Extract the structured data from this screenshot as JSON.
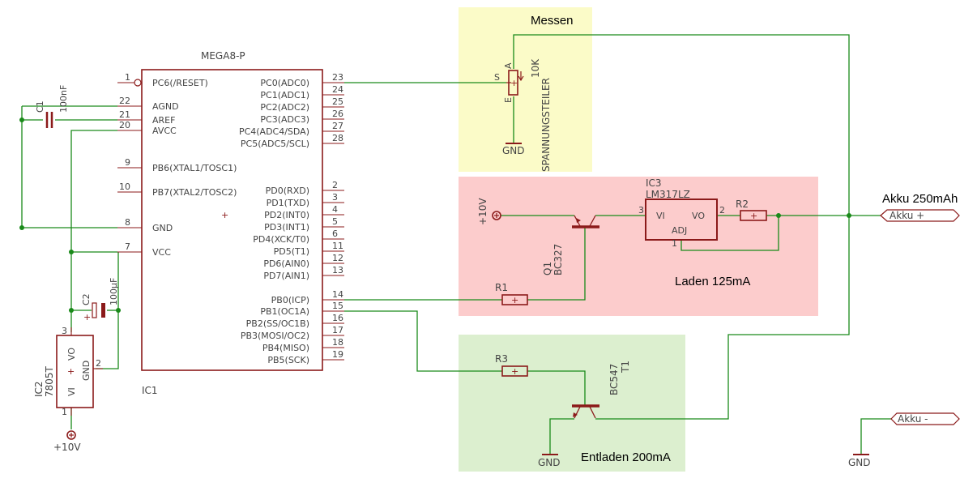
{
  "colors": {
    "wire": "#1a8a1a",
    "part": "#8b1a1a",
    "zone_measure": "#fbfbc8",
    "zone_charge": "#fccccc",
    "zone_discharge": "#dcefcf"
  },
  "zones": {
    "measure": "Messen",
    "charge": "Laden 125mA",
    "discharge": "Entladen 200mA"
  },
  "heading": "Akku 250mAh",
  "mcu": {
    "type": "MEGA8-P",
    "name": "IC1",
    "left_pins": [
      {
        "num": "1",
        "label": "PC6(/RESET)"
      },
      {
        "num": "22",
        "label": "AGND"
      },
      {
        "num": "21",
        "label": "AREF"
      },
      {
        "num": "20",
        "label": "AVCC"
      },
      {
        "num": "9",
        "label": "PB6(XTAL1/TOSC1)"
      },
      {
        "num": "10",
        "label": "PB7(XTAL2/TOSC2)"
      },
      {
        "num": "8",
        "label": "GND"
      },
      {
        "num": "7",
        "label": "VCC"
      }
    ],
    "right_pins": [
      {
        "num": "23",
        "label": "PC0(ADC0)"
      },
      {
        "num": "24",
        "label": "PC1(ADC1)"
      },
      {
        "num": "25",
        "label": "PC2(ADC2)"
      },
      {
        "num": "26",
        "label": "PC3(ADC3)"
      },
      {
        "num": "27",
        "label": "PC4(ADC4/SDA)"
      },
      {
        "num": "28",
        "label": "PC5(ADC5/SCL)"
      },
      {
        "num": "2",
        "label": "PD0(RXD)"
      },
      {
        "num": "3",
        "label": "PD1(TXD)"
      },
      {
        "num": "4",
        "label": "PD2(INT0)"
      },
      {
        "num": "5",
        "label": "PD3(INT1)"
      },
      {
        "num": "6",
        "label": "PD4(XCK/T0)"
      },
      {
        "num": "11",
        "label": "PD5(T1)"
      },
      {
        "num": "12",
        "label": "PD6(AIN0)"
      },
      {
        "num": "13",
        "label": "PD7(AIN1)"
      },
      {
        "num": "14",
        "label": "PB0(ICP)"
      },
      {
        "num": "15",
        "label": "PB1(OC1A)"
      },
      {
        "num": "16",
        "label": "PB2(SS/OC1B)"
      },
      {
        "num": "17",
        "label": "PB3(MOSI/OC2)"
      },
      {
        "num": "18",
        "label": "PB4(MISO)"
      },
      {
        "num": "19",
        "label": "PB5(SCK)"
      }
    ]
  },
  "c1": {
    "name": "C1",
    "value": "100nF"
  },
  "c2": {
    "name": "C2",
    "value": "100µF",
    "plus": "+"
  },
  "ic2": {
    "name": "IC2",
    "type": "7805T",
    "pin_vo": "VO",
    "pin_vi": "VI",
    "pin_gnd": "GND",
    "pin3": "3",
    "pin2": "2",
    "pin1": "1",
    "plus": "+"
  },
  "supply": {
    "label": "+10V"
  },
  "pot": {
    "name": "SPANNUNGSTEILER",
    "value": "10K",
    "pin_s": "S",
    "pin_a": "A",
    "pin_e": "E",
    "gnd": "GND"
  },
  "ic3": {
    "name": "IC3",
    "type": "LM317LZ",
    "pin_vi": "VI",
    "pin_vo": "VO",
    "pin_adj": "ADJ",
    "pin3": "3",
    "pin2": "2",
    "pin1": "1"
  },
  "r1": {
    "name": "R1"
  },
  "r2": {
    "name": "R2"
  },
  "r3": {
    "name": "R3"
  },
  "q1": {
    "name": "Q1",
    "type": "BC327",
    "supply": "+10V"
  },
  "t1": {
    "name": "T1",
    "type": "BC547",
    "gnd": "GND"
  },
  "akku_plus": "Akku +",
  "akku_minus": "Akku -",
  "gnd_right": "GND",
  "resistor_plus": "+"
}
